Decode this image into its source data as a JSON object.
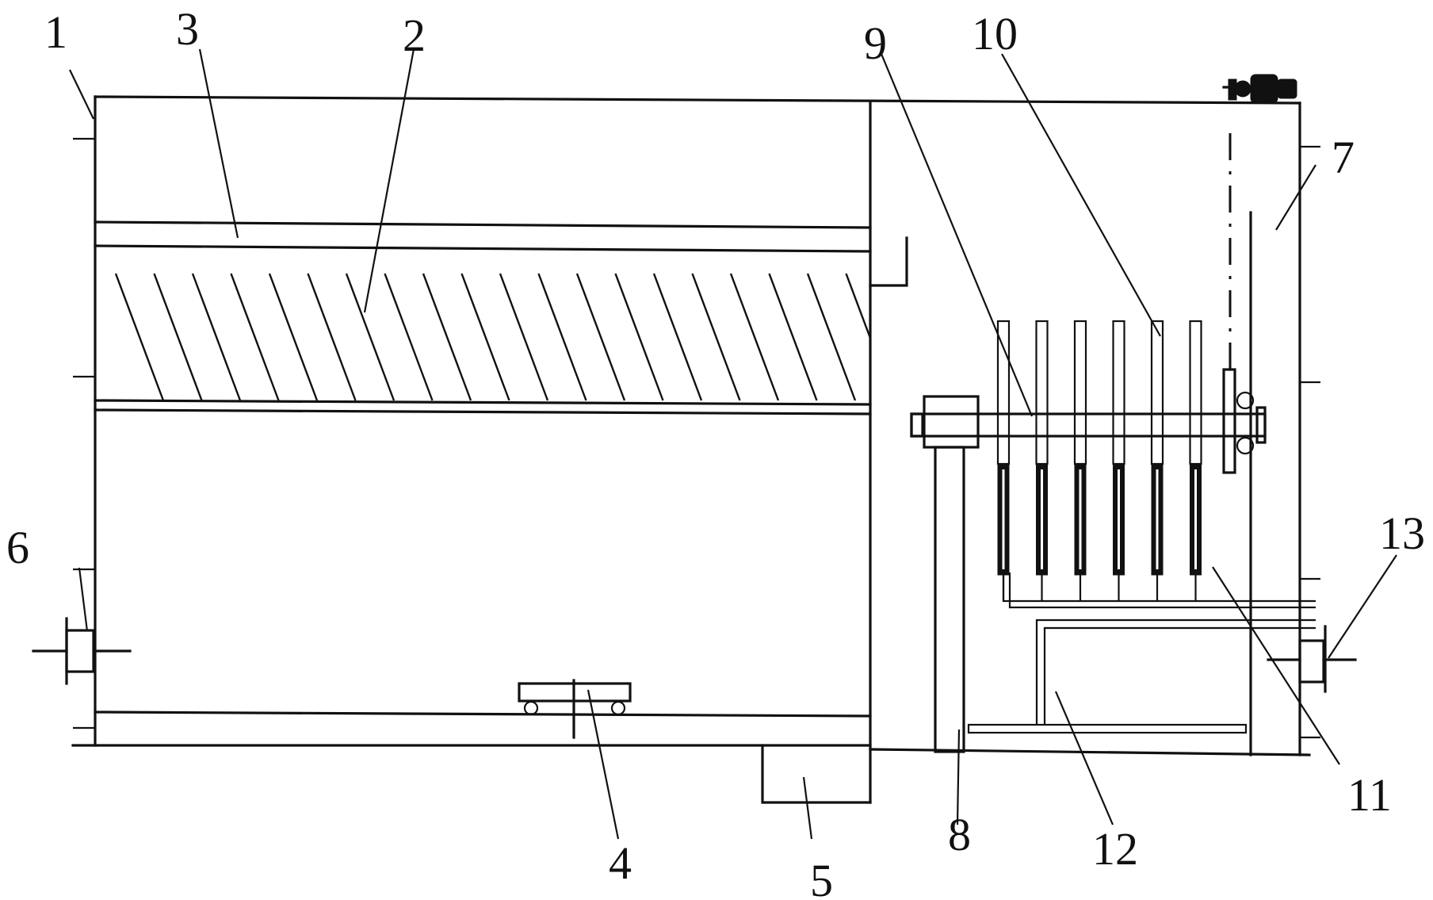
{
  "labels": {
    "l1": "1",
    "l2": "2",
    "l3": "3",
    "l4": "4",
    "l5": "5",
    "l6": "6",
    "l7": "7",
    "l8": "8",
    "l9": "9",
    "l10": "10",
    "l11": "11",
    "l12": "12",
    "l13": "13"
  },
  "counts": {
    "hatch_lines": 20,
    "electrodes": 6
  }
}
